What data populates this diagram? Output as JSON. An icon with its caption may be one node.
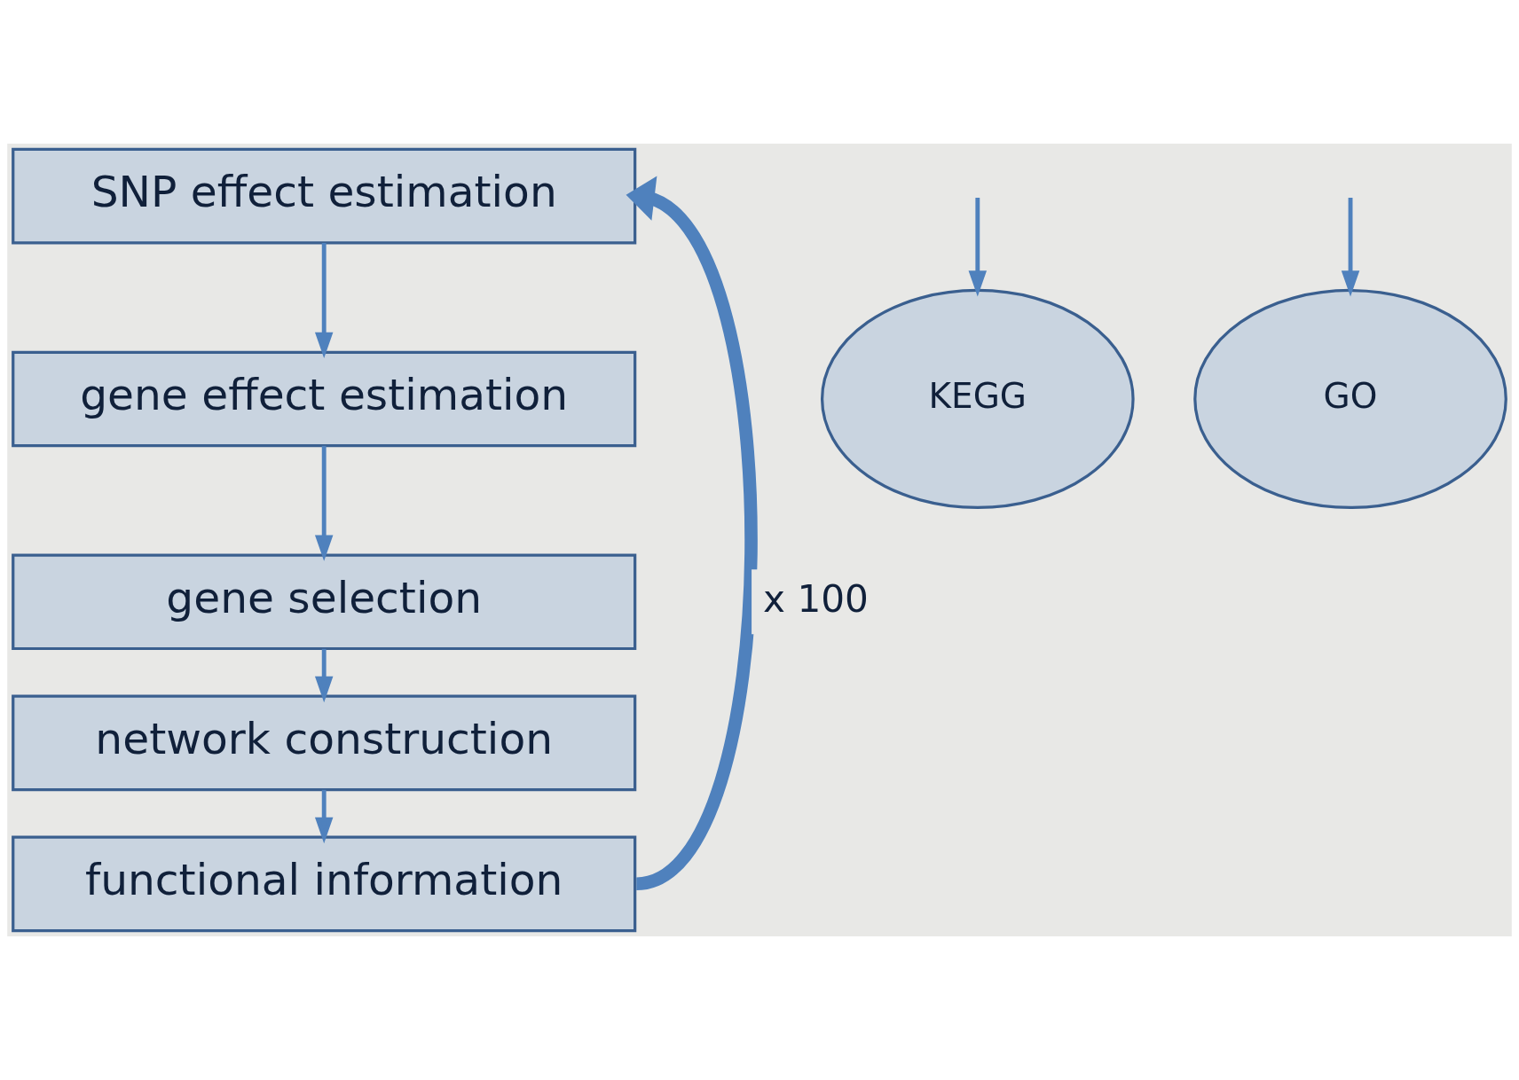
{
  "diagram": {
    "nodes": [
      {
        "text": [
          "SNP effect estimation"
        ]
      },
      {
        "text": [
          "gene effect estimation"
        ]
      },
      {
        "text": [
          "gene selection"
        ]
      },
      {
        "text": [
          "network construction"
        ]
      },
      {
        "text": [
          "functional information"
        ]
      },
      {
        "text": [
          "KEGG"
        ]
      },
      {
        "text": [
          "GO"
        ]
      }
    ],
    "edges": [
      {
        "from": 0,
        "to": 1,
        "arrow": "to"
      },
      {
        "from": 1,
        "to": 2,
        "arrow": "to"
      },
      {
        "from": 2,
        "to": 3,
        "arrow": "to"
      },
      {
        "from": 3,
        "to": 4,
        "arrow": "to"
      },
      {
        "from": 4,
        "to": 0,
        "arrow": "to",
        "label": "x 100",
        "style": "thick"
      },
      {
        "from": null,
        "to": 5,
        "arrow": "to"
      },
      {
        "from": null,
        "to": 6,
        "arrow": "to"
      }
    ]
  }
}
